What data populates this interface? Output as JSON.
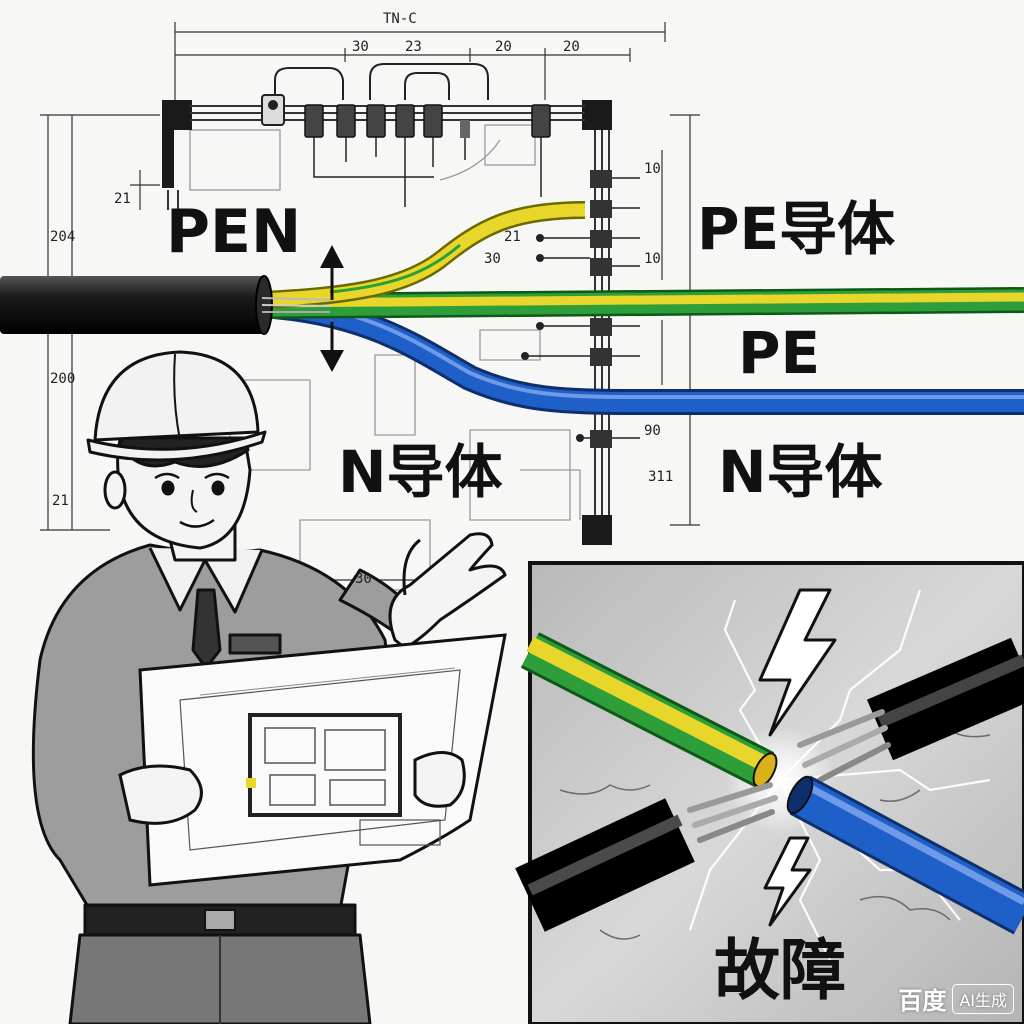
{
  "diagram": {
    "system_label": "TN-C",
    "dimensions_top": [
      "30",
      "23",
      "20",
      "20"
    ],
    "dimensions_left": [
      "21",
      "204",
      "200",
      "21"
    ],
    "dimensions_right": [
      "10",
      "10",
      "90",
      "311"
    ],
    "dimension_mid": [
      "21",
      "30",
      "30"
    ],
    "labels": {
      "pen": "PEN",
      "pe_conductor": "PE导体",
      "pe": "PE",
      "n_conductor_left": "N导体",
      "n_conductor_right": "N导体",
      "fault": "故障"
    },
    "colors": {
      "pe_yellow": "#e8d62a",
      "pe_green": "#2e9e3a",
      "neutral_blue": "#1f5fc8",
      "pen_black": "#1c1c1c",
      "fault_bg": "#c9c9c9"
    }
  },
  "watermark": {
    "brand": "百度",
    "ai_badge": "AI生成"
  }
}
